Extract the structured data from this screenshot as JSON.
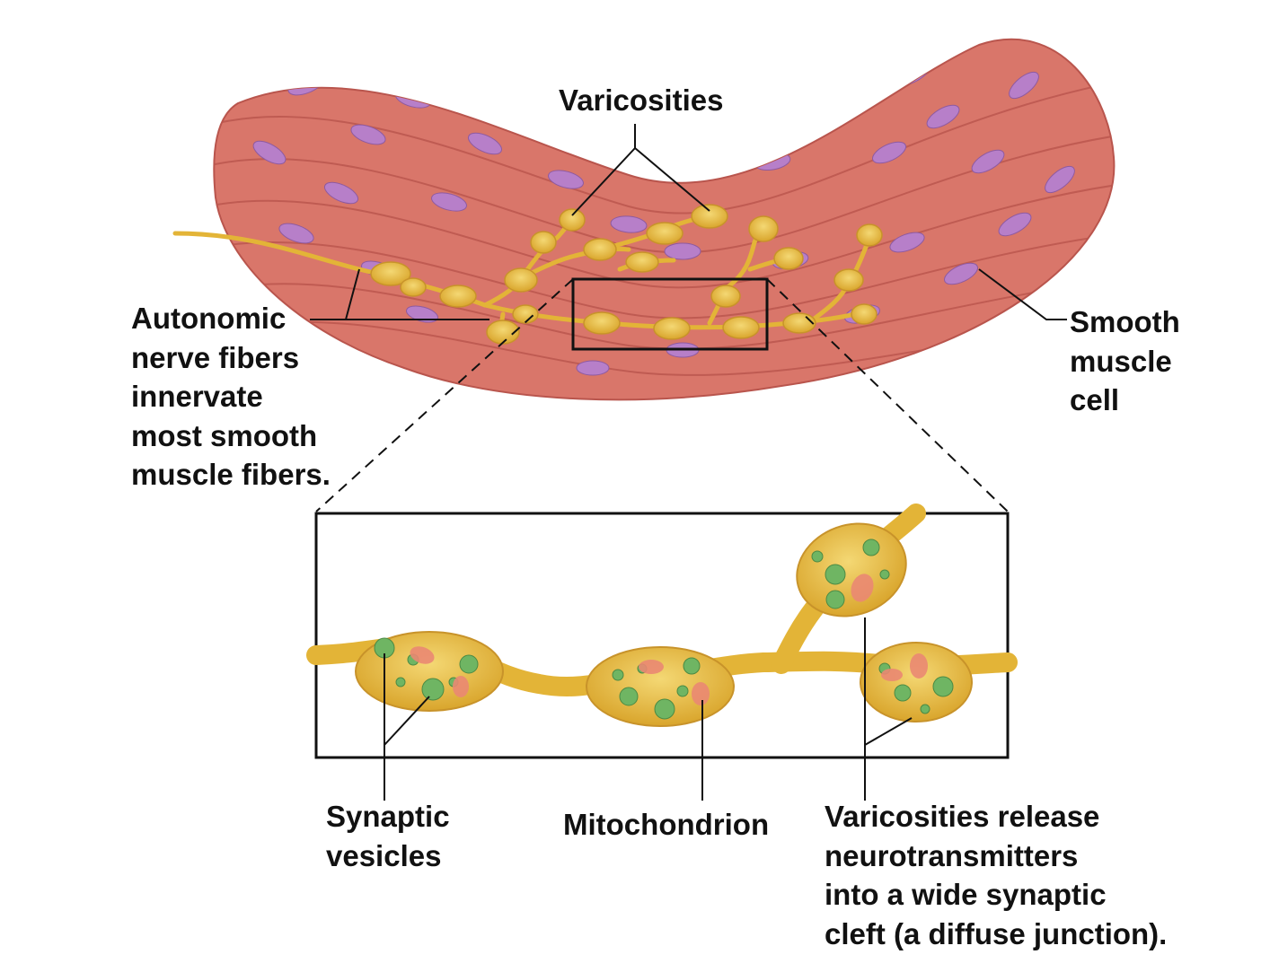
{
  "labels": {
    "varicosities": "Varicosities",
    "autonomic": [
      "Autonomic",
      "nerve fibers",
      "innervate",
      "most smooth",
      "muscle fibers."
    ],
    "smooth_muscle": [
      "Smooth",
      "muscle",
      "cell"
    ],
    "synaptic_vesicles": [
      "Synaptic",
      "vesicles"
    ],
    "mitochondrion": "Mitochondrion",
    "release": [
      "Varicosities release",
      "neurotransmitters",
      "into a wide synaptic",
      "cleft (a diffuse junction)."
    ]
  },
  "colors": {
    "muscle": "#d9766a",
    "muscle_dark": "#b9554d",
    "nucleus": "#b77fc9",
    "nerve": "#e8b93a",
    "vesicle": "#6fb563",
    "mitochondria": "#ea8873",
    "line": "#111111"
  }
}
